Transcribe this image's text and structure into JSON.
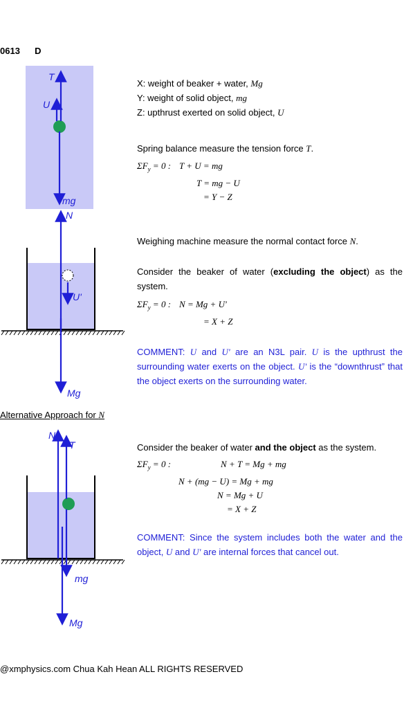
{
  "question": {
    "number": "0613",
    "answer": "D"
  },
  "labels": {
    "T": "T",
    "U": "U",
    "mg": "mg",
    "N": "N",
    "U_prime": "U'",
    "Mg": "Mg"
  },
  "definitions": {
    "x_text": "X: weight of beaker + water, ",
    "x_sym": "Mg",
    "y_text": "Y: weight of solid object, ",
    "y_sym": "mg",
    "z_text": "Z: upthrust exerted on solid object, ",
    "z_sym": "U"
  },
  "spring": {
    "statement": "Spring balance measure the tension force ",
    "statement_sym": "T",
    "sum_label": "ΣF",
    "sum_sub": "y",
    "sum_eq": " = 0 :",
    "eq1": "T + U = mg",
    "eq2": "T = mg − U",
    "eq3": "= Y − Z"
  },
  "machine": {
    "statement": "Weighing machine measure the normal contact force ",
    "statement_sym": "N",
    "consider_a": "Consider the beaker of water (",
    "consider_bold": "excluding the object",
    "consider_b": ") as the system.",
    "sum_label": "ΣF",
    "sum_sub": "y",
    "sum_eq": " = 0 :",
    "eq1": "N = Mg + U'",
    "eq2": "= X + Z"
  },
  "comment1": {
    "p1": "COMMENT: ",
    "U": "U",
    "p2": " and ",
    "Up": "U'",
    "p3": " are an N3L pair. ",
    "U2": "U",
    "p4": " is the upthrust the surrounding water exerts on the object. ",
    "Up2": "U'",
    "p5": " is the “downthrust” that the object exerts on the surrounding water."
  },
  "alternative": {
    "heading": "Alternative Approach for ",
    "heading_sym": "N",
    "consider_a": "Consider the beaker of water ",
    "consider_bold": "and the object",
    "consider_b": " as the system.",
    "sum_label": "ΣF",
    "sum_sub": "y",
    "sum_eq": " = 0 :",
    "eq1": "N + T = Mg + mg",
    "eq2": "N + (mg − U) = Mg + mg",
    "eq3": "N = Mg + U",
    "eq4": "= X + Z"
  },
  "comment2": {
    "p1": "COMMENT: Since the system includes both the water and the object, ",
    "U": "U",
    "p2": " and ",
    "Up": "U'",
    "p3": " are internal forces that cancel out."
  },
  "footer": "@xmphysics.com Chua Kah Hean ALL RIGHTS RESERVED",
  "colors": {
    "arrow": "#1f1fd6",
    "water": "#c9c9f7",
    "ball": "#1f9d55",
    "comment": "#1f1fd6"
  }
}
